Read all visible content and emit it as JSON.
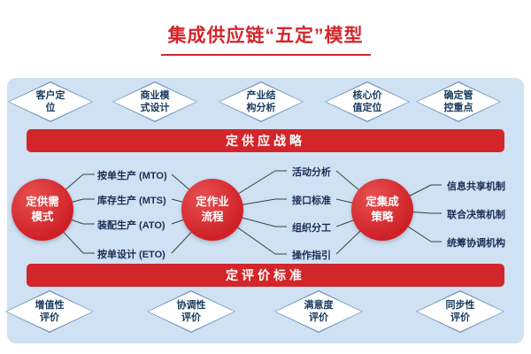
{
  "title": "集成供应链“五定”模型",
  "banners": {
    "supply_strategy": "定供应战略",
    "evaluation_standard": "定评价标准"
  },
  "top_diamonds": [
    "客户定\n位",
    "商业模\n式设计",
    "产业结\n构分析",
    "核心价\n值定位",
    "确定管\n控重点"
  ],
  "circles": [
    "定供需\n模式",
    "定作业\n流程",
    "定集成\n策略"
  ],
  "mode_items": [
    "按单生产 (MTO)",
    "库存生产 (MTS)",
    "装配生产 (ATO)",
    "按单设计 (ETO)"
  ],
  "process_items": [
    "活动分析",
    "接口标准",
    "组织分工",
    "操作指引"
  ],
  "strategy_items": [
    "信息共享机制",
    "联合决策机制",
    "统筹协调机构"
  ],
  "bottom_diamonds": [
    "增值性\n评价",
    "协调性\n评价",
    "满意度\n评价",
    "同步性\n评价"
  ],
  "colors": {
    "accent_red": "#d3262b",
    "panel_blue": "#cfe1f2",
    "diamond_border": "#6d8fb8",
    "text_navy": "#173a5e",
    "line": "#3d3d3d"
  }
}
